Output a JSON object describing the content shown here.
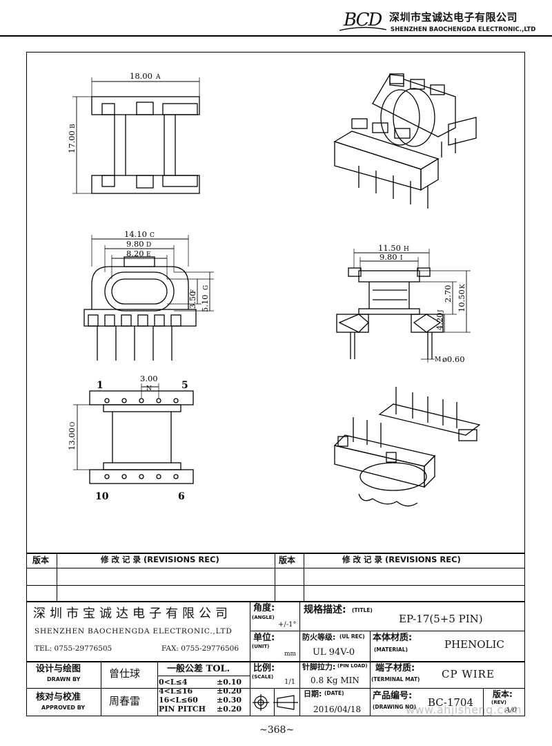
{
  "company": {
    "logo": "BCD",
    "name_cn": "深圳市宝诚达电子有限公司",
    "name_en": "SHENZHEN BAOCHENGDA ELECTRONIC.,LTD",
    "tel": "TEL: 0755-29776505",
    "fax": "FAX: 0755-29776506"
  },
  "dims": {
    "top_width": "18.00",
    "top_width_ref": "A",
    "top_height": "17.00",
    "top_height_ref": "B",
    "front_w1": "14.10",
    "front_w1_ref": "C",
    "front_w2": "9.80",
    "front_w2_ref": "D",
    "front_w3": "8.20",
    "front_w3_ref": "E",
    "front_h1": "3.50",
    "front_h1_ref": "F",
    "front_h2": "5.10",
    "front_h2_ref": "G",
    "side_w1": "11.50",
    "side_w1_ref": "H",
    "side_w2": "9.80",
    "side_w2_ref": "I",
    "side_h1": "2.70",
    "side_h2": "4.20",
    "side_h2_ref": "J",
    "side_h3": "10.50",
    "side_h3_ref": "K",
    "pin_dia": "ø0.60",
    "pin_dia_ref": "M",
    "pitch": "3.00",
    "pitch_ref": "N",
    "bottom_height": "13.00",
    "bottom_height_ref": "O",
    "pin_labels": [
      "1",
      "5",
      "10",
      "6"
    ]
  },
  "revisions": {
    "col1": "版本",
    "col2": "修  改  记  录   (REVISIONS REC)",
    "col3": "版本",
    "col4": "修  改  记  录   (REVISIONS REC)"
  },
  "title_block": {
    "angle_label": "角度:",
    "angle_en": "(ANGLE)",
    "angle_value": "+/-1°",
    "unit_label": "单位:",
    "unit_en": "(UNIT)",
    "unit_value": "mm",
    "scale_label": "比例:",
    "scale_en": "(SCALE)",
    "scale_value": "1/1",
    "title_label": "规格描述:",
    "title_en": "(TITLE)",
    "title_value": "EP-17(5+5 PIN)",
    "fire_label": "防火等级:",
    "fire_en": "(UL REC)",
    "fire_value": "UL 94V-0",
    "material_label": "本体材质:",
    "material_en": "(MATERIAL)",
    "material_value": "PHENOLIC",
    "pinload_label": "针脚拉力:",
    "pinload_en": "(PIN LOAD)",
    "pinload_value": "0.8 Kg MIN",
    "terminal_label": "端子材质:",
    "terminal_en": "(TERMINAL MAT)",
    "terminal_value": "CP WIRE",
    "date_label": "日期:",
    "date_en": "(DATE)",
    "date_value": "2016/04/18",
    "drawing_label": "产品编号:",
    "drawing_en": "(DRAWING NO)",
    "drawing_value": "BC-1704",
    "rev_label": "版本:",
    "rev_en": "(REV)",
    "rev_value": "A/0",
    "drawn_label": "设计与绘图",
    "drawn_en": "DRAWN BY",
    "drawn_value": "曾仕球",
    "approved_label": "核对与校准",
    "approved_en": "APPROVED BY",
    "approved_value": "周春雷",
    "tol_title": "一般公差 TOL.",
    "tol_rows": [
      {
        "range": "0<L≤4",
        "value": "±0.10"
      },
      {
        "range": "4<L≤16",
        "value": "±0.20"
      },
      {
        "range": "16<L≤60",
        "value": "±0.30"
      },
      {
        "range": "PIN PITCH",
        "value": "±0.20"
      }
    ]
  },
  "watermark": "www.ahjisheng.com",
  "page_number": "~368~"
}
